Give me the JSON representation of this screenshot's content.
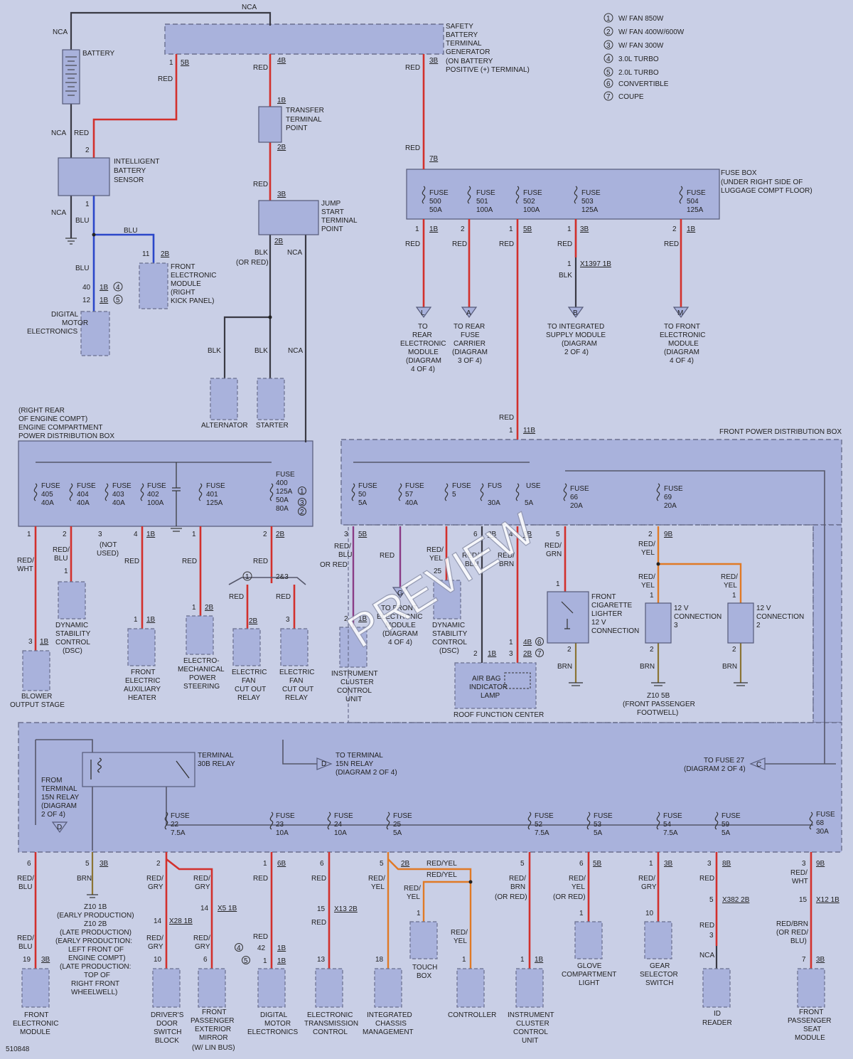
{
  "top": {
    "nca": "NCA"
  },
  "legend": [
    {
      "num": "1",
      "text": "W/ FAN 850W"
    },
    {
      "num": "2",
      "text": "W/ FAN 400W/600W"
    },
    {
      "num": "3",
      "text": "W/ FAN 300W"
    },
    {
      "num": "4",
      "text": "3.0L TURBO"
    },
    {
      "num": "5",
      "text": "2.0L TURBO"
    },
    {
      "num": "6",
      "text": "CONVERTIBLE"
    },
    {
      "num": "7",
      "text": "COUPE"
    }
  ],
  "battery": {
    "label": "BATTERY",
    "nca": "NCA",
    "nca2": "NCA",
    "red": "RED",
    "red2": "RED"
  },
  "ibs": {
    "label": [
      "INTELLIGENT",
      "BATTERY",
      "SENSOR"
    ],
    "pin2": "2",
    "pin1": "1",
    "nca": "NCA",
    "blu": "BLU"
  },
  "safety": {
    "label": [
      "SAFETY",
      "BATTERY",
      "TERMINAL",
      "GENERATOR",
      "(ON BATTERY",
      "POSITIVE (+) TERMINAL)"
    ],
    "p1": "1",
    "c5b": "5B",
    "c4b": "4B",
    "c3b": "3B",
    "red": "RED"
  },
  "transfer": {
    "label": [
      "TRANSFER",
      "TERMINAL",
      "POINT"
    ],
    "c1b": "1B",
    "c2b": "2B",
    "red": "RED"
  },
  "jump": {
    "label": [
      "JUMP",
      "START",
      "TERMINAL",
      "POINT"
    ],
    "c3b": "3B",
    "c2b": "2B",
    "blk": "BLK",
    "orred": "(OR RED)",
    "nca": "NCA"
  },
  "fem_kick": {
    "label": [
      "FRONT",
      "ELECTRONIC",
      "MODULE",
      "(RIGHT",
      "KICK PANEL)"
    ],
    "pin": "11",
    "conn": "2B",
    "blu": "BLU"
  },
  "dme_top": {
    "label": [
      "DIGITAL",
      "MOTOR",
      "ELECTRONICS"
    ],
    "p40": "40",
    "p12": "12",
    "c1b": "1B",
    "c1b2": "1B",
    "n4": "4",
    "n5": "5",
    "blu": "BLU"
  },
  "alt": {
    "label": "ALTERNATOR",
    "blk": "BLK",
    "blk2": "BLK",
    "nca": "NCA"
  },
  "starter": {
    "label": "STARTER"
  },
  "fusebox": {
    "label": [
      "FUSE BOX",
      "(UNDER RIGHT SIDE OF",
      "LUGGAGE COMPT FLOOR)"
    ],
    "pin7b": "7B",
    "fuses": [
      {
        "n": "500",
        "a": "50A",
        "pin": "1",
        "conn": "1B"
      },
      {
        "n": "501",
        "a": "100A",
        "pin": "2",
        "conn": ""
      },
      {
        "n": "502",
        "a": "100A",
        "pin": "1",
        "conn": "5B"
      },
      {
        "n": "503",
        "a": "125A",
        "pin": "1",
        "conn": "3B"
      },
      {
        "n": "504",
        "a": "125A",
        "pin": "2",
        "conn": "1B"
      }
    ],
    "fuse_word": "FUSE",
    "red": "RED",
    "x1397": "X1397 1B",
    "blk": "BLK",
    "one": "1"
  },
  "dests_top": [
    {
      "letter": "L",
      "text": [
        "TO",
        "REAR",
        "ELECTRONIC",
        "MODULE",
        "(DIAGRAM",
        "4 OF 4)"
      ]
    },
    {
      "letter": "A",
      "text": [
        "TO REAR",
        "FUSE",
        "CARRIER",
        "(DIAGRAM",
        "3 OF 4)"
      ]
    },
    {
      "letter": "B",
      "text": [
        "TO INTEGRATED",
        "SUPPLY MODULE",
        "(DIAGRAM",
        "2 OF 4)"
      ]
    },
    {
      "letter": "M",
      "text": [
        "TO FRONT",
        "ELECTRONIC",
        "MODULE",
        "(DIAGRAM",
        "4 OF 4)"
      ]
    }
  ],
  "ecpdb": {
    "label": [
      "(RIGHT REAR",
      "OF ENGINE COMPT)",
      "ENGINE COMPARTMENT",
      "POWER DISTRIBUTION BOX"
    ],
    "fuses": [
      {
        "n": "405",
        "a": "40A",
        "pin": "1"
      },
      {
        "n": "404",
        "a": "40A",
        "pin": "2"
      },
      {
        "n": "403",
        "a": "40A",
        "pin": "3"
      },
      {
        "n": "402",
        "a": "100A",
        "pin": "4",
        "conn": "1B"
      },
      {
        "n": "401",
        "a": "125A",
        "pin": "1"
      },
      {
        "n": "400",
        "a": "125A",
        "a2": "50A",
        "a3": "80A",
        "pin": "2",
        "conn": "2B"
      }
    ],
    "fuse_word": "FUSE",
    "circ": [
      "1",
      "3",
      "2"
    ]
  },
  "ecpdb_loads": {
    "blower": {
      "label": [
        "BLOWER",
        "OUTPUT STAGE"
      ],
      "wire": [
        "RED/",
        "WHT"
      ],
      "pin": "3",
      "conn": "1B"
    },
    "dsc": {
      "label": [
        "DYNAMIC",
        "STABILITY",
        "CONTROL",
        "(DSC)"
      ],
      "wire": [
        "RED/",
        "BLU"
      ],
      "pin": "1"
    },
    "notused": [
      "(NOT",
      "USED)"
    ],
    "aux": {
      "label": [
        "FRONT",
        "ELECTRIC",
        "AUXILIARY",
        "HEATER"
      ],
      "wire": "RED",
      "pin": "1",
      "conn": "1B"
    },
    "eps": {
      "label": [
        "ELECTRO-",
        "MECHANICAL",
        "POWER",
        "STEERING"
      ],
      "wire": "RED",
      "pin": "1",
      "conn": "2B"
    },
    "fan1": {
      "label": [
        "ELECTRIC",
        "FAN",
        "CUT OUT",
        "RELAY"
      ],
      "wire": "RED",
      "pin": "2B",
      "conn": ""
    },
    "fan2": {
      "label": [
        "ELECTRIC",
        "FAN",
        "CUT OUT",
        "RELAY"
      ],
      "wire": "RED",
      "pin": "3",
      "conn": ""
    },
    "fanwire": "RED",
    "n1": "1",
    "n23": "2&3"
  },
  "fpdb": {
    "label": "FRONT POWER DISTRIBUTION BOX",
    "red": "RED",
    "pin1": "1",
    "conn11b": "11B",
    "fuses": [
      {
        "n": "50",
        "a": "5A"
      },
      {
        "n": "57",
        "a": "40A"
      },
      {
        "n": "",
        "a": ""
      },
      {
        "n": "",
        "a": "30A"
      },
      {
        "n": "",
        "a": "5A"
      },
      {
        "n": "66",
        "a": "20A"
      },
      {
        "n": "69",
        "a": "20A"
      }
    ],
    "fuse_word": "FUSE",
    "fuse_word2": "FUS",
    "fuse_word3": "USE",
    "num_frag": "5",
    "pins": [
      "3",
      "",
      "",
      "6",
      "4",
      "5",
      "2"
    ],
    "conns": [
      "5B",
      "",
      "",
      "8B",
      "6B",
      "",
      "9B"
    ]
  },
  "fpdb_loads": {
    "ic": {
      "label": [
        "INSTRUMENT",
        "CLUSTER",
        "CONTROL",
        "UNIT"
      ],
      "wire": [
        "RED/",
        "BLU"
      ],
      "pin": "2",
      "conn": "1B",
      "or_red": "OR RED"
    },
    "femg": {
      "letter": "G",
      "label": [
        "TO FRONT",
        "ELECTRONIC",
        "MODULE",
        "(DIAGRAM",
        "4 OF 4)"
      ],
      "wire": "RED"
    },
    "dsc2": {
      "label": [
        "DYNAMIC",
        "STABILITY",
        "CONTROL",
        "(DSC)"
      ],
      "wire": [
        "RED/",
        "YEL"
      ],
      "pin": "25"
    },
    "rfc": {
      "label": "ROOF FUNCTION CENTER",
      "airbag": [
        "AIR BAG",
        "INDICATOR",
        "LAMP"
      ],
      "wire1": [
        "RED/",
        "BLU"
      ],
      "wire2": [
        "RED/",
        "BRN"
      ],
      "p2": "2",
      "c1b": "1B",
      "p3": "3",
      "c4b": "4B",
      "c2b": "2B",
      "n6": "6",
      "n7": "7",
      "p1": "1"
    },
    "cig": {
      "label": [
        "FRONT",
        "CIGARETTE",
        "LIGHTER",
        "12 V",
        "CONNECTION"
      ],
      "wire": [
        "RED/",
        "GRN"
      ],
      "p1": "1",
      "p2": "2",
      "brn": "BRN"
    },
    "c12a": {
      "label": [
        "12 V",
        "CONNECTION",
        "3"
      ],
      "wire": [
        "RED/",
        "YEL"
      ],
      "p1": "1",
      "p2": "2",
      "brn": "BRN"
    },
    "c12b": {
      "label": [
        "12 V",
        "CONNECTION",
        "2"
      ],
      "wire": [
        "RED/",
        "YEL"
      ],
      "p1": "1",
      "p2": "2",
      "brn": "BRN"
    },
    "z10": [
      "Z10 5B",
      "(FRONT PASSENGER",
      "FOOTWELL)"
    ],
    "wire69": [
      "RED/",
      "YEL"
    ]
  },
  "relay": {
    "label": [
      "TERMINAL",
      "30B RELAY"
    ],
    "to15n": {
      "letter": "D",
      "text": [
        "TO TERMINAL",
        "15N RELAY",
        "(DIAGRAM 2 OF 4)"
      ]
    },
    "from15n": {
      "letter": "D",
      "text": [
        "FROM",
        "TERMINAL",
        "15N RELAY",
        "(DIAGRAM",
        "2 OF 4)"
      ]
    },
    "tofuse27": {
      "letter": "C",
      "text": [
        "TO FUSE 27",
        "(DIAGRAM 2 OF 4)"
      ]
    }
  },
  "bottom": {
    "fuse_word": "FUSE",
    "fuses": [
      {
        "n": "22",
        "a": "7.5A"
      },
      {
        "n": "23",
        "a": "10A"
      },
      {
        "n": "24",
        "a": "10A"
      },
      {
        "n": "25",
        "a": "5A"
      },
      {
        "n": "52",
        "a": "7.5A"
      },
      {
        "n": "53",
        "a": "5A"
      },
      {
        "n": "54",
        "a": "7.5A"
      },
      {
        "n": "59",
        "a": "5A"
      },
      {
        "n": "68",
        "a": "30A"
      }
    ],
    "fem": {
      "label": [
        "FRONT",
        "ELECTRONIC",
        "MODULE"
      ],
      "pin": "6",
      "wire": [
        "RED/",
        "BLU"
      ],
      "wire2": [
        "RED/",
        "BLU"
      ],
      "p19": "19",
      "c3b": "3B"
    },
    "z10": {
      "pin": "5",
      "conn": "3B",
      "brn": "BRN",
      "text": [
        "Z10 1B",
        "(EARLY PRODUCTION)",
        "Z10 2B",
        "(LATE PRODUCTION)",
        "(EARLY PRODUCTION:",
        "LEFT FRONT OF",
        "ENGINE COMPT)",
        "(LATE PRODUCTION:",
        "TOP OF",
        "RIGHT FRONT",
        "WHEELWELL)"
      ]
    },
    "door": {
      "label": [
        "DRIVER'S",
        "DOOR",
        "SWITCH",
        "BLOCK"
      ],
      "pin": "2",
      "wire": [
        "RED/",
        "GRY"
      ],
      "p14": "14",
      "x28": "X28 1B",
      "wire2": [
        "RED/",
        "GRY"
      ],
      "p10": "10"
    },
    "mirror": {
      "label": [
        "FRONT",
        "PASSENGER",
        "EXTERIOR",
        "MIRROR",
        "(W/ LIN BUS)"
      ],
      "wire": [
        "RED/",
        "GRY"
      ],
      "p14": "14",
      "x5": "X5 1B",
      "wire2": [
        "RED/",
        "GRY"
      ],
      "p6": "6"
    },
    "dme": {
      "label": [
        "DIGITAL",
        "MOTOR",
        "ELECTRONICS"
      ],
      "pin": "1",
      "conn": "6B",
      "wire": "RED",
      "wire2": "RED",
      "p42": "42",
      "p1": "1",
      "c1b": "1B",
      "c1b2": "1B",
      "n4": "4",
      "n5": "5"
    },
    "etc": {
      "label": [
        "ELECTRONIC",
        "TRANSMISSION",
        "CONTROL"
      ],
      "pin": "6",
      "wire": "RED",
      "p15": "15",
      "x13": "X13 2B",
      "wire2": "RED",
      "p13": "13"
    },
    "icm": {
      "label": [
        "INTEGRATED",
        "CHASSIS",
        "MANAGEMENT"
      ],
      "pin": "5",
      "conn": "2B",
      "wire": [
        "RED/",
        "YEL"
      ],
      "p18": "18",
      "redyel1": "RED/YEL",
      "redyel2": "RED/YEL"
    },
    "touch": {
      "label": [
        "TOUCH",
        "BOX"
      ],
      "wire": [
        "RED/",
        "YEL"
      ],
      "p1": "1"
    },
    "ctrl": {
      "label": "CONTROLLER",
      "wire": [
        "RED/",
        "YEL"
      ],
      "p1": "1"
    },
    "ic2": {
      "label": [
        "INSTRUMENT",
        "CLUSTER",
        "CONTROL",
        "UNIT"
      ],
      "pin": "5",
      "wire": [
        "RED/",
        "BRN",
        "(OR RED)"
      ],
      "p1": "1",
      "c1b": "1B"
    },
    "glove": {
      "label": [
        "GLOVE",
        "COMPARTMENT",
        "LIGHT"
      ],
      "pin": "6",
      "conn": "5B",
      "wire": [
        "RED/",
        "YEL",
        "(OR RED)"
      ],
      "p1": "1"
    },
    "gear": {
      "label": [
        "GEAR",
        "SELECTOR",
        "SWITCH"
      ],
      "pin": "1",
      "conn": "3B",
      "wire": [
        "RED/",
        "GRY"
      ],
      "p10": "10"
    },
    "id": {
      "label": [
        "ID",
        "READER"
      ],
      "pin": "3",
      "conn": "8B",
      "wire": "RED",
      "p5": "5",
      "x382": "X382 2B",
      "wire2": "RED",
      "p3": "3",
      "nca": "NCA"
    },
    "seat": {
      "label": [
        "FRONT",
        "PASSENGER",
        "SEAT",
        "MODULE"
      ],
      "pin": "3",
      "conn": "9B",
      "wire": [
        "RED/",
        "WHT"
      ],
      "p15": "15",
      "x12": "X12 1B",
      "wire2": [
        "RED/BRN",
        "(OR RED/",
        "BLU)"
      ],
      "p7": "7",
      "c3b": "3B"
    }
  },
  "footer": {
    "code": "510848"
  },
  "watermark": "PREVIEW"
}
